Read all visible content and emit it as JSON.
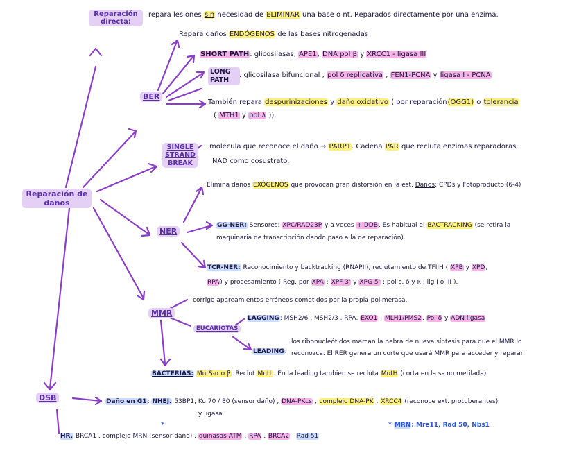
{
  "nodes": {
    "reparacion_danos": "Reparación de daños",
    "reparacion_directa": "Reparación directa:",
    "ber": "BER",
    "single_strand_break": "SINGLE STRAND BREAK",
    "ner": "NER",
    "mmr": "MMR",
    "eucariotas": "EUCARIOTAS",
    "bacterias": "BACTERIAS:",
    "dsb": "DSB"
  },
  "reparacion_directa": {
    "text_a": "repara lesiones ",
    "sin": "sin",
    "text_b": " necesidad de ",
    "eliminar": "ELIMINAR",
    "text_c": " una base o nt. Reparados directamente por una enzima."
  },
  "ber": {
    "intro_a": "Repara daños ",
    "endogenos": "ENDÓGENOS",
    "intro_b": " de las bases nitrogenadas",
    "short_path_label": "SHORT PATH",
    "short_path_a": ": glicosilasas, ",
    "ape1": "APE1",
    "comma1": ", ",
    "dna_pol_b": "DNA pol β",
    "y1": " y ",
    "xrcc1": "XRCC1 - ligasa III",
    "long_path_label": "LONG PATH",
    "long_path_a": ": glicosilasa bifuncional",
    "comma2": " , ",
    "pol_d": "pol δ replicativa",
    "comma3": " , ",
    "fen1": "FEN1-PCNA",
    "y2": " y ",
    "ligasa1": "ligasa I - PCNA",
    "tambien_a": "También repara ",
    "despurin": "despurinizaciones",
    "tambien_b": " y ",
    "dano_ox": "daño oxidativo",
    "tambien_c": " ( por ",
    "reparacion": "reparación",
    "ogg1": "(OGG1)",
    "tambien_d": " o ",
    "tolerancia": "tolerancia",
    "tambien_e": "( ",
    "mth1": "MTH1",
    "tambien_f": " y ",
    "pol_l": "pol λ",
    "tambien_g": " ))."
  },
  "ssb": {
    "line1_a": "molécula que reconoce el daño → ",
    "parp1": "PARP1",
    "line1_b": ". Cadena ",
    "par": "PAR",
    "line1_c": " que recluta enzimas reparadoras.",
    "line2": "NAD como cosustrato."
  },
  "ner": {
    "intro_a": "Elimina daños ",
    "exogenos": "EXÓGENOS",
    "intro_b": " que provocan gran distorsión en la est. ",
    "danos": "Daños",
    "intro_c": ": CPDs y Fotoproducto (6-4)",
    "gg_label": "GG-NER:",
    "gg_a": " Sensores: ",
    "xpc": "XPC/RAD23P",
    "gg_b": " y a veces ",
    "ddb": "+ DDB",
    "gg_c": ". Es habitual el ",
    "backtracking": "BACTRACKING",
    "gg_d": " (se retira la",
    "gg_line2": "maquinaria de transcripción dando paso a la de reparación).",
    "tcr_label": "TCR-NER:",
    "tcr_a": " Reconocimiento y backtracking (RNAPII), reclutamiento de TFIIH ( ",
    "xpb": "XPB",
    "tcr_b": " y ",
    "xpd": "XPD",
    "tcr_c": ",",
    "rpa": "RPA",
    "tcr_d": ") y procesamiento ( Reg. por ",
    "xpa": "XPA",
    "tcr_e": " ; ",
    "xpf": "XPF 3'",
    "tcr_f": " y ",
    "xpg": "XPG 5'",
    "tcr_g": " ; pol ε, δ y κ ; lig I o III )."
  },
  "mmr": {
    "intro": "corrige apareamientos erróneos cometidos por la propia polimerasa.",
    "lagging_label": "LAGGING",
    "lagging_a": ": MSH2/6 , MSH2/3 , RPA, ",
    "exo1": "EXO1",
    "lagging_b": " , ",
    "mlh1": "MLH1/PMS2",
    "lagging_c": ", ",
    "pold": "Pol δ",
    "lagging_d": " y ",
    "adnligasa": "ADN ligasa",
    "leading_label": "LEADING",
    "leading_colon": ":",
    "leading_1": "los ribonucleótidos marcan la hebra de nueva síntesis para que el MMR lo",
    "leading_2": "reconozca. El RER genera un corte que usará MMR para acceder y reparar",
    "bact_a": " ",
    "muts": "MutS-α o β",
    "bact_b": ". Reclut ",
    "mutl": "MutL",
    "bact_c": ". En la leading también se recluta ",
    "muth": "MutH",
    "bact_d": " (corta en la ss no metilada)"
  },
  "dsb": {
    "dano_g1": "Daño en G1",
    "colon": ":",
    "nhej": "NHEJ.",
    "nhej_a": " 53BP1, Ku 70 / 80 (sensor daño) , ",
    "dna_pkcs": "DNA-PKcs",
    "comma": " , ",
    "complejo_pk": "complejo DNA-PK",
    "comma2": " , ",
    "xrcc4": "XRCC4",
    "nhej_b": " (reconoce ext. protuberantes)",
    "nhej_line2": "y ligasa.",
    "hr_label": "HR.",
    "hr_a": " BRCA1 , complejo MRN (sensor daño) , ",
    "quinasas": "quinasas ATM",
    "hr_b": " , ",
    "rpa": "RPA",
    "hr_c": " , ",
    "brca2": "BRCA2",
    "hr_d": " , ",
    "rad51": "Rad 51",
    "star": "*",
    "mrn_note_a": "* ",
    "mrn_label": "MRN",
    "mrn_note_b": ": Mre11, Rad 50, Nbs1"
  }
}
